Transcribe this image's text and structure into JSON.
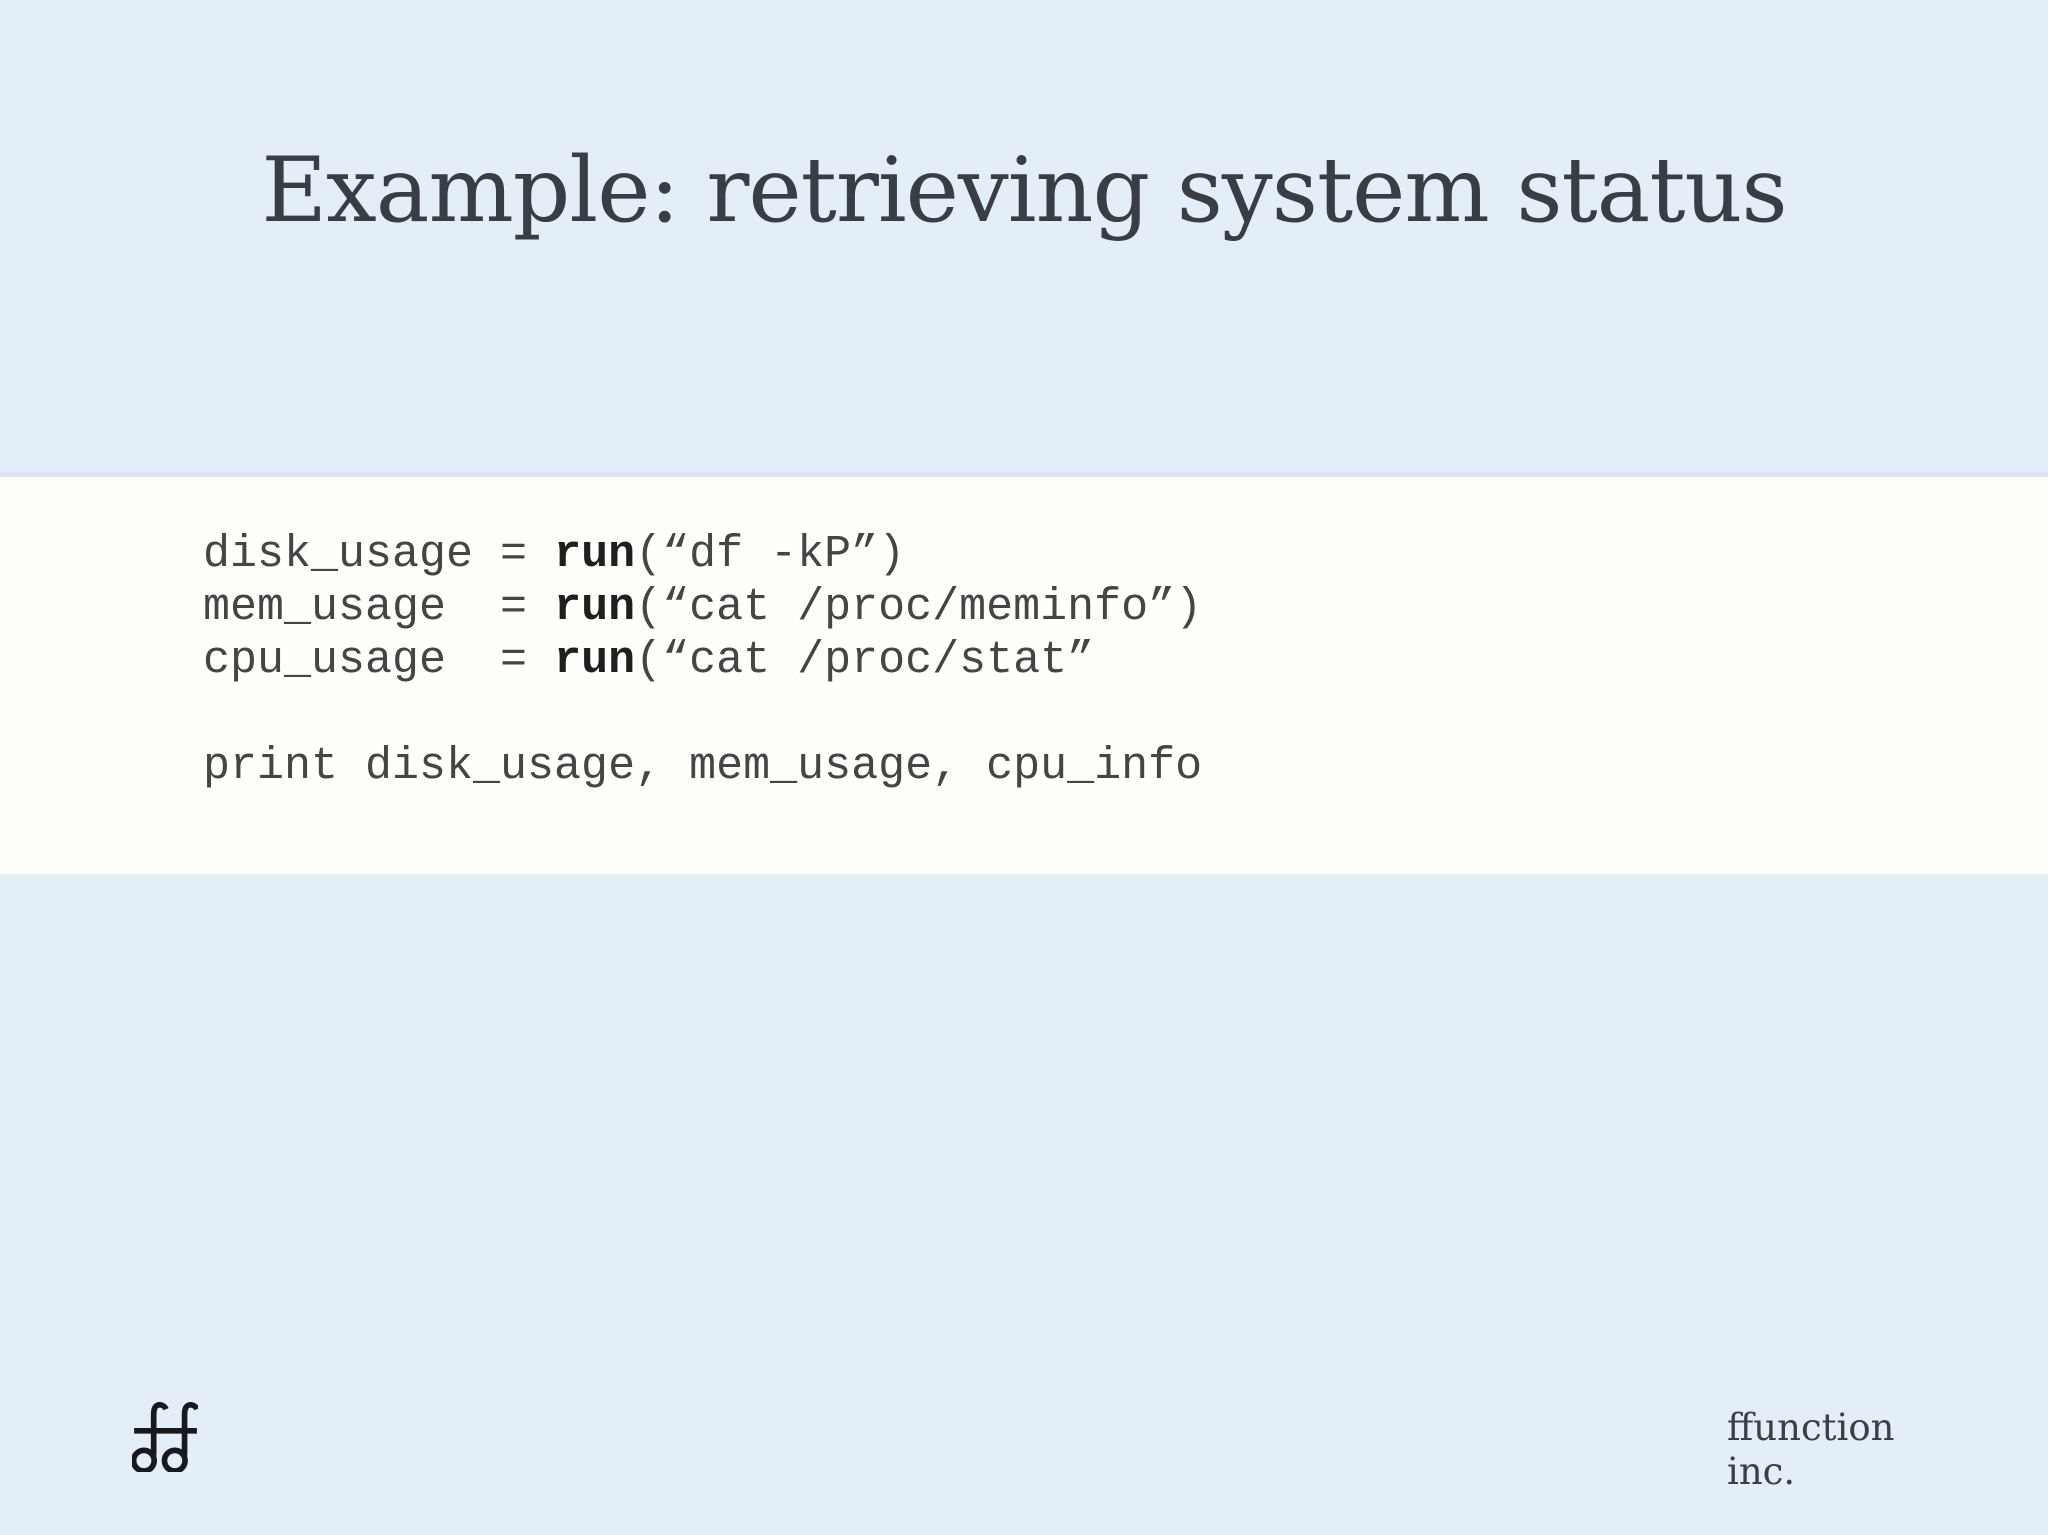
{
  "slide": {
    "title": "Example: retrieving system status"
  },
  "code": {
    "lines": [
      {
        "pre": "disk_usage = ",
        "keyword": "run",
        "post": "(“df -kP”)"
      },
      {
        "pre": "mem_usage  = ",
        "keyword": "run",
        "post": "(“cat /proc/meminfo”)"
      },
      {
        "pre": "cpu_usage  = ",
        "keyword": "run",
        "post": "(“cat /proc/stat”"
      },
      {
        "pre": "",
        "keyword": "",
        "post": ""
      },
      {
        "pre": "print disk_usage, mem_usage, cpu_info",
        "keyword": "",
        "post": ""
      }
    ]
  },
  "footer": {
    "logo": "ffunction-ligature-logo",
    "company_name": "ffunction",
    "company_suffix": "inc."
  },
  "colors": {
    "background": "#e4eef8",
    "content_band": "#fffefa",
    "band_top_edge": "#d9e6f2",
    "title_text": "#393e44",
    "code_text": "#454545",
    "code_keyword": "#1f1f1f",
    "footer_text": "#3b4046",
    "logo": "#17191c"
  }
}
